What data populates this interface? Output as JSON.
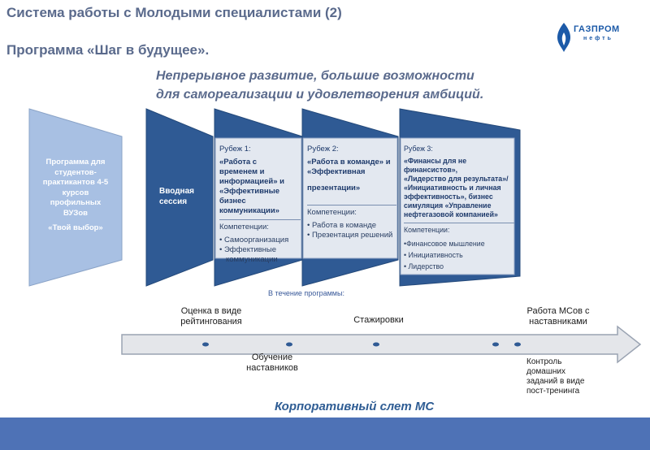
{
  "header": {
    "title_line1": "Система работы с Молодыми специалистами (2)",
    "title_line2": "Программа «Шаг в будущее».",
    "logo_text": "ГАЗПРОМ",
    "logo_sub": "нефть"
  },
  "subtitle": {
    "line1": "Непрерывное развитие, большие возможности",
    "line2": "для самореализации и удовлетворения амбиций."
  },
  "stage_student": {
    "line1": "Программа для",
    "line2": "студентов-",
    "line3": "практикантов 4-5",
    "line4": "курсов",
    "line5": "профильных",
    "line6": "ВУЗов",
    "line7": "«Твой выбор»"
  },
  "stage_intro": {
    "line1": "Вводная",
    "line2": "сессия"
  },
  "stage1": {
    "heading": "Рубеж 1:",
    "course1": "«Работа с",
    "course2": "временем и",
    "course3": "информацией» и",
    "course4": "«Эффективные",
    "course5": "бизнес",
    "course6": "коммуникации»",
    "competencies_label": "Компетенции:",
    "comp1": "• Самоорганизация",
    "comp2": "• Эффективные",
    "comp3": "коммуникации"
  },
  "stage2": {
    "heading": "Рубеж 2:",
    "course1": "«Работа в команде» и",
    "course2": "«Эффективная",
    "course3": "презентации»",
    "competencies_label": "Компетенции:",
    "comp1": "• Работа в команде",
    "comp2": "• Презентация решений"
  },
  "stage3": {
    "heading": "Рубеж 3:",
    "course1": "«Финансы для не финансистов»,",
    "course2": "«Лидерство для результата»/",
    "course3": "«Инициативность и личная",
    "course4": "эффективность», бизнес",
    "course5": "симуляция «Управление",
    "course6": "нефтегазовой компанией»",
    "competencies_label": "Компетенции:",
    "comp1": "•Финансовое мышление",
    "comp2": "• Инициативность",
    "comp3": "• Лидерство"
  },
  "timeline": {
    "during_label": "В течение программы:",
    "item1_line1": "Оценка в виде",
    "item1_line2": "рейтингования",
    "item2_line1": "Обучение",
    "item2_line2": "наставников",
    "item3": "Стажировки",
    "item4_line1": "Работа МСов с",
    "item4_line2": "наставниками",
    "item5_line1": "Контроль",
    "item5_line2": "домашних",
    "item5_line3": "заданий  в виде",
    "item5_line4": "пост-тренинга"
  },
  "footer": {
    "event": "Корпоративный слет МС"
  },
  "colors": {
    "dark_blue": "#2f5a94",
    "light_blue": "#a8c0e3",
    "title_gray": "#5a6a8c",
    "bottom_bar": "#4e72b6"
  }
}
